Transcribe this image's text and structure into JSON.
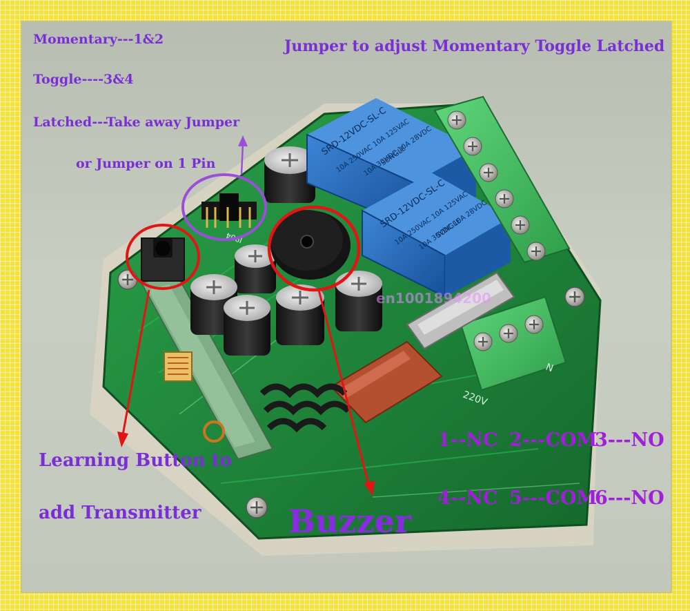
{
  "mode_notes": {
    "momentary": "Momentary---1&2",
    "toggle": "Toggle----3&4",
    "latched": "Latched---Take away Jumper",
    "jumper_one_pin": "or Jumper on 1 Pin"
  },
  "headline": "Jumper to adjust Momentary Toggle Latched",
  "pin_map": {
    "row1": [
      "1--NC",
      "2---COM",
      "3---NO"
    ],
    "row2": [
      "4--NC",
      "5---COM",
      "6---NO"
    ]
  },
  "learning_button": {
    "line1": "Learning Button to",
    "line2": "add Transmitter"
  },
  "buzzer_label": "Buzzer",
  "watermark": "en1001894200",
  "relay_marking": {
    "model": "SRD-12VDC-SL-C",
    "rating1": "10A 250VAC  10A 125VAC",
    "rating2": "10A 30VDC  10A 28VDC",
    "brand": "SONGLE"
  },
  "board_text": {
    "voltage": "220V",
    "terminal": "N",
    "jumper_ref": "J904"
  },
  "colors": {
    "frame": "#f4e13c",
    "annotation_text": "#7a2fd6",
    "pcb": "#1f8a3c",
    "relay": "#1f63b8",
    "terminal": "#3fbf5a",
    "highlight_red": "#e21414",
    "highlight_purple": "#9b4fd9"
  }
}
